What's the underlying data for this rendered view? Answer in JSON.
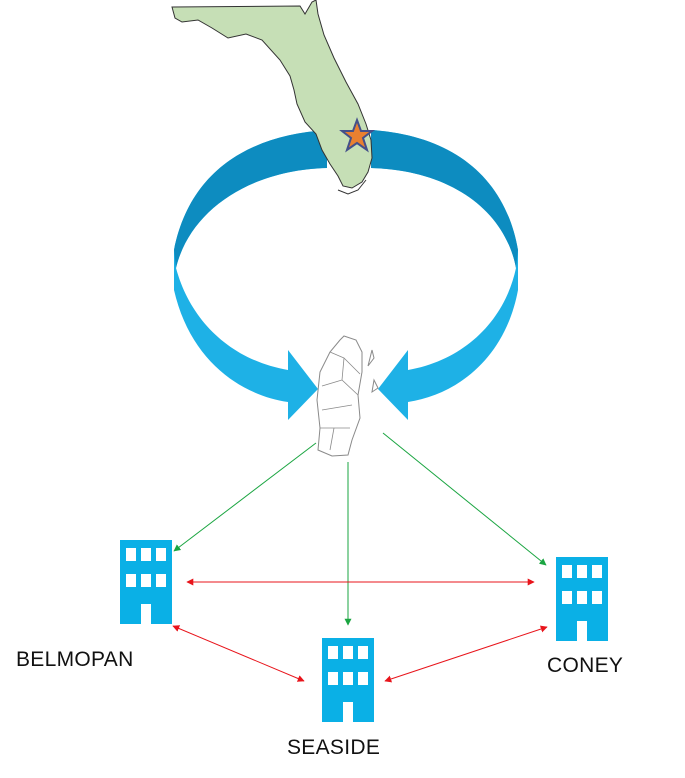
{
  "nodes": {
    "belmopan": {
      "label": "BELMOPAN",
      "icon": "office-building-icon"
    },
    "seaside": {
      "label": "SEASIDE",
      "icon": "office-building-icon"
    },
    "coney": {
      "label": "CONEY",
      "icon": "office-building-icon"
    }
  },
  "maps": {
    "top": {
      "icon": "florida-map-icon",
      "marker": "star-marker-icon"
    },
    "center": {
      "icon": "belize-map-icon"
    }
  },
  "colors": {
    "building": "#0ab0e6",
    "cycle_arrow": "#1eb1e6",
    "cycle_arrow_dark": "#0a86b8",
    "link_primary": "#1aa541",
    "link_secondary": "#e8141b",
    "map_fill": "#c6dfb6",
    "star_fill": "#e98030",
    "star_stroke": "#44508a"
  }
}
